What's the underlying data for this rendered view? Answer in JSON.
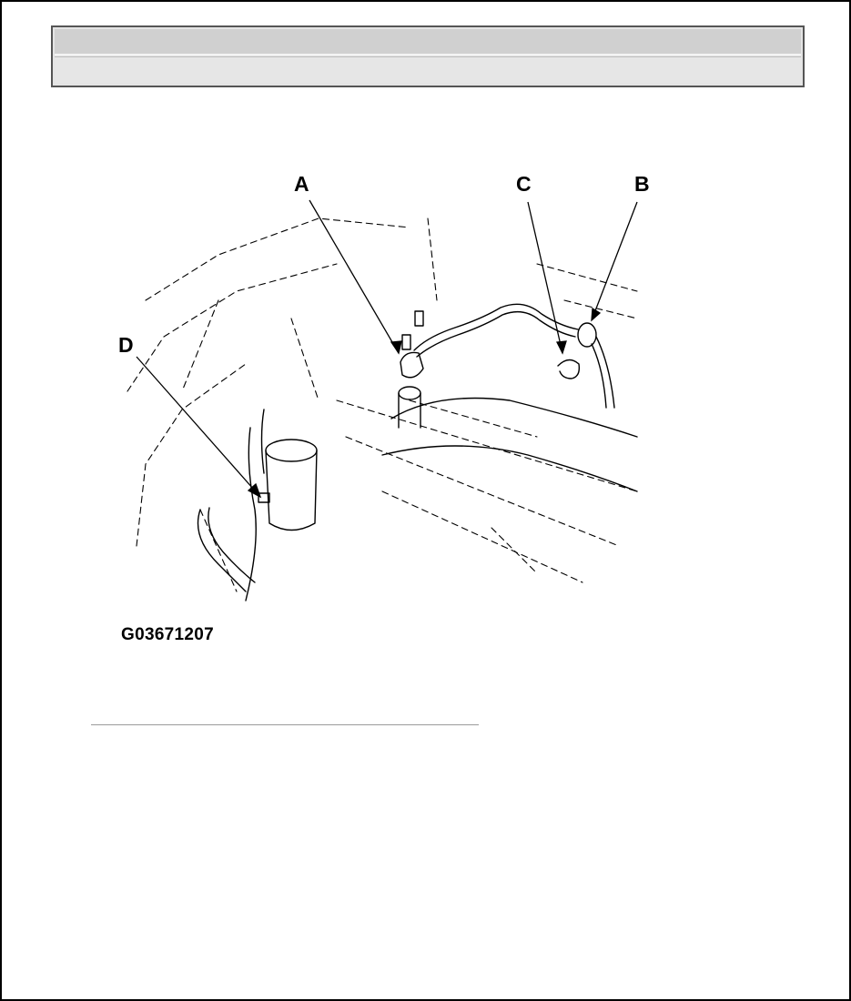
{
  "header": {
    "row1_text": "",
    "row2_text": ""
  },
  "figure": {
    "callouts": {
      "a": "A",
      "b": "B",
      "c": "C",
      "d": "D"
    },
    "figure_id": "G03671207"
  }
}
